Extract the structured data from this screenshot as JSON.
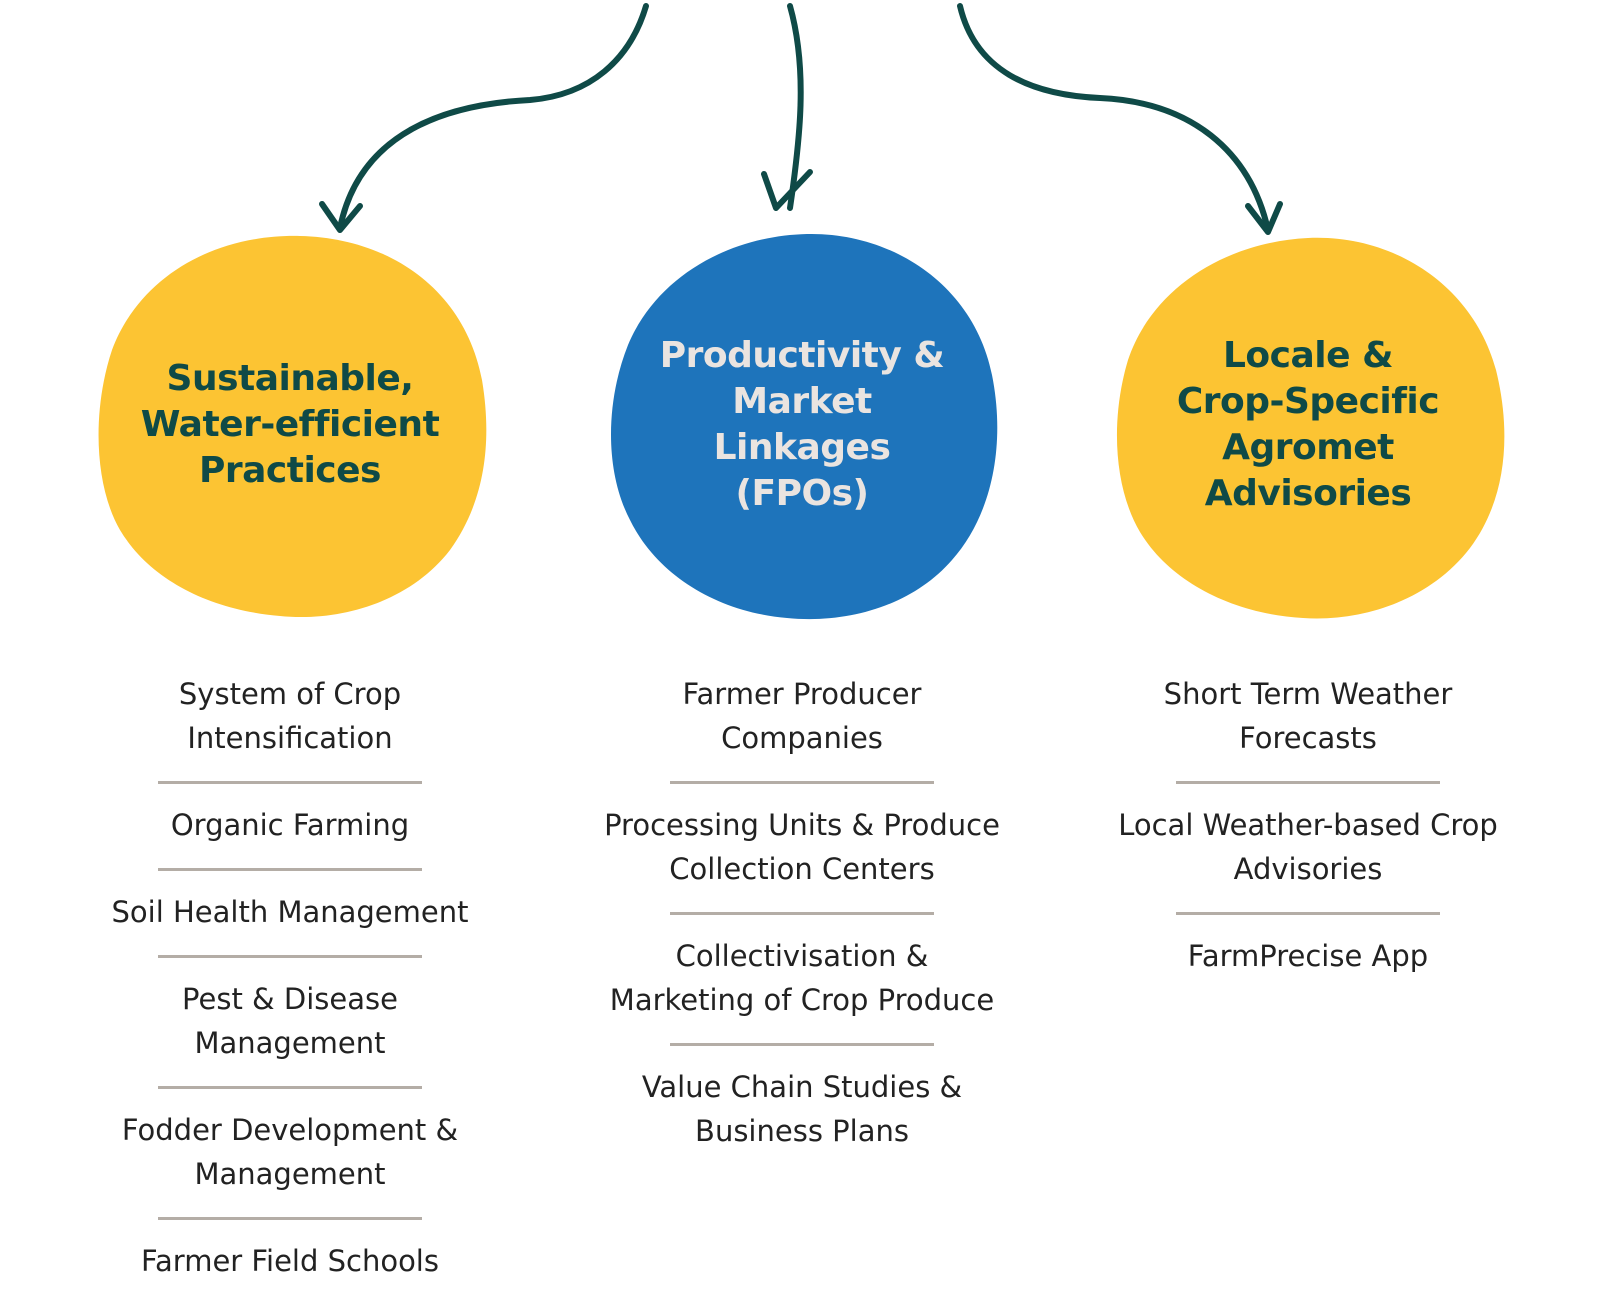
{
  "colors": {
    "yellow": "#fcc433",
    "blue": "#1e74bb",
    "dark_green": "#0f4a47",
    "light_text": "#eae4e0",
    "body_text": "#222222",
    "divider": "#b4ada6"
  },
  "pillars": [
    {
      "title": "Sustainable,\nWater-efficient\nPractices",
      "circle_color": "#fcc433",
      "title_color": "#0f4a47",
      "items": [
        "System of Crop\nIntensification",
        "Organic Farming",
        "Soil Health Management",
        "Pest & Disease\nManagement",
        "Fodder Development &\nManagement",
        "Farmer Field Schools"
      ]
    },
    {
      "title": "Productivity &\nMarket Linkages\n(FPOs)",
      "circle_color": "#1e74bb",
      "title_color": "#eae4e0",
      "items": [
        "Farmer Producer\nCompanies",
        "Processing Units & Produce\nCollection Centers",
        "Collectivisation &\nMarketing of Crop Produce",
        "Value Chain Studies &\nBusiness Plans"
      ]
    },
    {
      "title": "Locale &\nCrop-Specific\nAgromet\nAdvisories",
      "circle_color": "#fcc433",
      "title_color": "#0f4a47",
      "items": [
        "Short Term Weather\nForecasts",
        "Local Weather-based Crop\nAdvisories",
        "FarmPrecise App"
      ]
    }
  ]
}
